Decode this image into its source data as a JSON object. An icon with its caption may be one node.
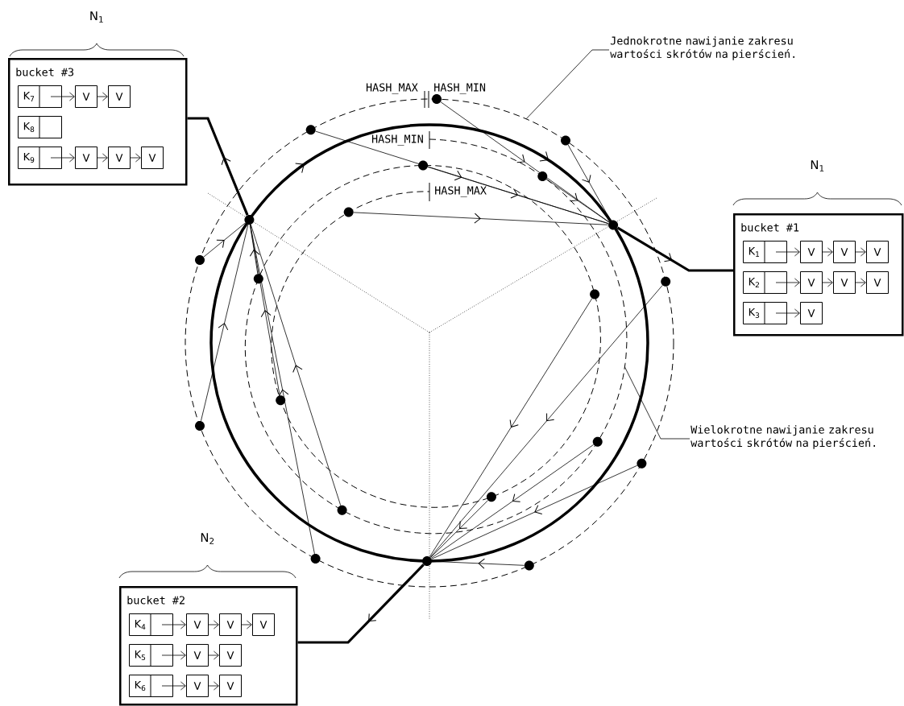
{
  "diagram": {
    "nodes": [
      {
        "text": [
          "bucket #3"
        ],
        "beside": [
          "N$_{1}$"
        ]
      },
      {
        "text": [
          "K$_{7}$"
        ],
        "in": 0
      },
      {
        "text": [
          "V"
        ],
        "in": 0
      },
      {
        "text": [
          "V"
        ],
        "in": 0
      },
      {
        "text": [
          "K$_{8}$"
        ],
        "in": 0
      },
      {
        "text": [
          "K$_{9}$"
        ],
        "in": 0
      },
      {
        "text": [
          "V"
        ],
        "in": 0
      },
      {
        "text": [
          "V"
        ],
        "in": 0
      },
      {
        "text": [
          "V"
        ],
        "in": 0
      },
      {
        "text": [
          "Jednokrotne nawijanie zakresu wartości skrótów na pierścień."
        ]
      },
      {
        "text": [
          "bucket #1"
        ],
        "beside": [
          "N$_{1}$"
        ]
      },
      {
        "text": [
          "K$_{1}$"
        ],
        "in": 10
      },
      {
        "text": [
          "V"
        ],
        "in": 10
      },
      {
        "text": [
          "V"
        ],
        "in": 10
      },
      {
        "text": [
          "V"
        ],
        "in": 10
      },
      {
        "text": [
          "K$_{2}$"
        ],
        "in": 10
      },
      {
        "text": [
          "V"
        ],
        "in": 10
      },
      {
        "text": [
          "V"
        ],
        "in": 10
      },
      {
        "text": [
          "V"
        ],
        "in": 10
      },
      {
        "text": [
          "K$_{3}$"
        ],
        "in": 10
      },
      {
        "text": [
          "V"
        ],
        "in": 10
      },
      {
        "text": [
          "Wielokrotne nawijanie zakresu wartości skrótów na pierścień."
        ]
      },
      {
        "text": [
          "bucket #2"
        ],
        "beside": [
          "N$_{2}$"
        ]
      },
      {
        "text": [
          "K$_{4}$"
        ],
        "in": 22
      },
      {
        "text": [
          "V"
        ],
        "in": 22
      },
      {
        "text": [
          "V"
        ],
        "in": 22
      },
      {
        "text": [
          "V"
        ],
        "in": 22
      },
      {
        "text": [
          "K$_{5}$"
        ],
        "in": 22
      },
      {
        "text": [
          "V"
        ],
        "in": 22
      },
      {
        "text": [
          "V"
        ],
        "in": 22
      },
      {
        "text": [
          "K$_{6}$"
        ],
        "in": 22
      },
      {
        "text": [
          "V"
        ],
        "in": 22
      },
      {
        "text": [
          "V"
        ],
        "in": 22
      },
      {
        "text": [],
        "shape": "circle"
      },
      {
        "text": [],
        "shape": "circle"
      },
      {
        "text": [],
        "shape": "circle"
      },
      {
        "text": [],
        "shape": "circle"
      },
      {
        "text": [],
        "shape": "circle"
      },
      {
        "text": [],
        "shape": "circle"
      },
      {
        "text": [],
        "shape": "circle"
      },
      {
        "text": [],
        "shape": "circle"
      },
      {
        "text": [],
        "shape": "circle"
      },
      {
        "text": [],
        "shape": "circle"
      },
      {
        "text": [],
        "shape": "circle"
      },
      {
        "text": [],
        "shape": "circle"
      },
      {
        "text": [],
        "shape": "circle"
      },
      {
        "text": [],
        "shape": "circle"
      },
      {
        "text": [],
        "shape": "circle"
      },
      {
        "text": [],
        "shape": "circle"
      },
      {
        "text": [],
        "shape": "circle"
      },
      {
        "text": [],
        "shape": "circle"
      },
      {
        "text": [],
        "shape": "circle"
      },
      {
        "text": [],
        "shape": "circle"
      },
      {
        "text": [],
        "shape": "circle"
      }
    ],
    "edges": [
      {
        "from": 1,
        "to": 2,
        "arrow": "to"
      },
      {
        "from": 2,
        "to": 3,
        "arrow": "to"
      },
      {
        "from": 5,
        "to": 6,
        "arrow": "to"
      },
      {
        "from": 6,
        "to": 7,
        "arrow": "to"
      },
      {
        "from": 7,
        "to": 8,
        "arrow": "to"
      },
      {
        "from": 11,
        "to": 12,
        "arrow": "to"
      },
      {
        "from": 12,
        "to": 13,
        "arrow": "to"
      },
      {
        "from": 13,
        "to": 14,
        "arrow": "to"
      },
      {
        "from": 15,
        "to": 16,
        "arrow": "to"
      },
      {
        "from": 16,
        "to": 17,
        "arrow": "to"
      },
      {
        "from": 17,
        "to": 18,
        "arrow": "to"
      },
      {
        "from": 19,
        "to": 20,
        "arrow": "to"
      },
      {
        "from": 23,
        "to": 24,
        "arrow": "to"
      },
      {
        "from": 24,
        "to": 25,
        "arrow": "to"
      },
      {
        "from": 25,
        "to": 26,
        "arrow": "to"
      },
      {
        "from": 27,
        "to": 28,
        "arrow": "to"
      },
      {
        "from": 28,
        "to": 29,
        "arrow": "to"
      },
      {
        "from": 30,
        "to": 31,
        "arrow": "to"
      },
      {
        "from": 31,
        "to": 32,
        "arrow": "to"
      },
      {
        "from": 33,
        "to": 40,
        "arrow": "to"
      },
      {
        "from": 34,
        "to": 40,
        "arrow": "to"
      },
      {
        "from": 35,
        "to": 40,
        "arrow": "to"
      },
      {
        "from": 36,
        "to": 40,
        "arrow": "to"
      },
      {
        "from": 37,
        "to": 40,
        "arrow": "to"
      },
      {
        "from": 38,
        "to": 40,
        "arrow": "to"
      },
      {
        "from": 41,
        "to": 39,
        "arrow": "to"
      },
      {
        "from": 42,
        "to": 39,
        "arrow": "to"
      },
      {
        "from": 45,
        "to": 39,
        "arrow": "to"
      },
      {
        "from": 46,
        "to": 39,
        "arrow": "to"
      },
      {
        "from": 50,
        "to": 39,
        "arrow": "to"
      },
      {
        "from": 51,
        "to": 39,
        "arrow": "to"
      },
      {
        "from": 43,
        "to": 52,
        "arrow": "to"
      },
      {
        "from": 44,
        "to": 52,
        "arrow": "to"
      },
      {
        "from": 47,
        "to": 52,
        "arrow": "to"
      },
      {
        "from": 48,
        "to": 52,
        "arrow": "to"
      },
      {
        "from": 49,
        "to": 52,
        "arrow": "to"
      },
      {
        "from": 53,
        "to": 52,
        "arrow": "to"
      },
      {
        "from": 39,
        "to": 0,
        "arrow": "to",
        "style": "thick"
      },
      {
        "from": 40,
        "to": 10,
        "arrow": "to",
        "style": "thick"
      },
      {
        "from": 52,
        "to": 22,
        "arrow": "to",
        "style": "thick"
      },
      {
        "from": 9,
        "to": null,
        "arrow": "none"
      },
      {
        "from": 21,
        "to": null,
        "arrow": "none"
      }
    ],
    "labels": [
      "HASH_MAX",
      "HASH_MIN",
      "HASH_MIN",
      "HASH_MAX"
    ]
  }
}
